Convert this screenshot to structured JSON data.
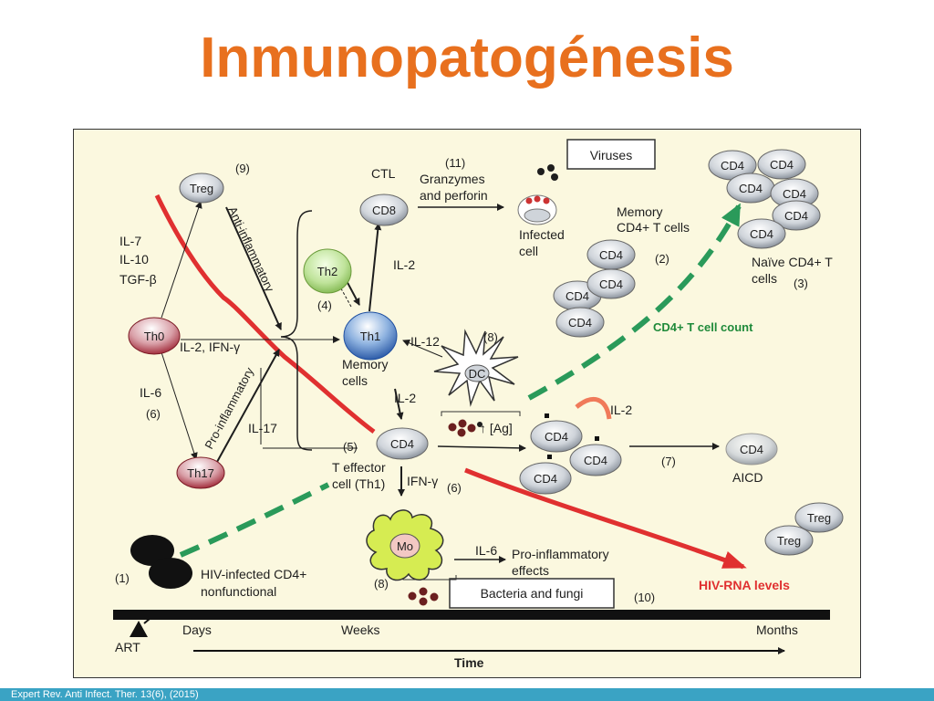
{
  "slide": {
    "title": "Inmunopatogénesis",
    "source": "Expert Rev. Anti Infect. Ther. 13(6), (2015)"
  },
  "colors": {
    "title": "#e8701e",
    "figure_bg": "#fbf8df",
    "footer": "#3aa3c4",
    "hiv_curve": "#e03030",
    "cd4_curve": "#2a9a5a",
    "cd4_count_label": "#1f8a3a",
    "hiv_label": "#e03030"
  },
  "cells": {
    "treg_top": "Treg",
    "th0": "Th0",
    "th17": "Th17",
    "th2": "Th2",
    "th1": "Th1",
    "cd8": "CD8",
    "dc": "DC",
    "cd4_effector": "CD4",
    "mo": "Mo",
    "cd4_memory": "CD4",
    "cd4_naive": "CD4",
    "cd4_aicd": "CD4",
    "treg_right": "Treg"
  },
  "labels": {
    "n9": "(9)",
    "n11": "(11)",
    "ctl": "CTL",
    "granzymes": "Granzymes",
    "perforin": "and perforin",
    "viruses": "Viruses",
    "infected_1": "Infected",
    "infected_2": "cell",
    "memory_cd4_1": "Memory",
    "memory_cd4_2": "CD4+ T cells",
    "n2": "(2)",
    "naive_1": "Naïve CD4+ T",
    "naive_2": "cells",
    "n3": "(3)",
    "il7": "IL-7",
    "il10": "IL-10",
    "tgfb": "TGF-β",
    "anti_inflammatory": "Anti-inflammatory",
    "il2_top": "IL-2",
    "n4": "(4)",
    "il2_ifng": "IL-2, IFN-γ",
    "il12": "IL-12",
    "n8_top": "(8)",
    "memory_cells_1": "Memory",
    "memory_cells_2": "cells",
    "cd4_count": "CD4+ T cell count",
    "il6_left": "IL-6",
    "n6_left": "(6)",
    "pro_inflammatory": "Pro-inflammatory",
    "il2_mid": "IL-2",
    "ag": "↑ [Ag]",
    "il2_right": "IL-2",
    "il17": "IL-17",
    "n5": "(5)",
    "t_effector_1": "T effector",
    "t_effector_2": "cell (Th1)",
    "ifng": "IFN-γ",
    "n6_mid": "(6)",
    "n7": "(7)",
    "aicd": "AICD",
    "il6_mid": "IL-6",
    "pro_effects_1": "Pro-inflammatory",
    "pro_effects_2": "effects",
    "n8_bottom": "(8)",
    "bacteria": "Bacteria and fungi",
    "n10": "(10)",
    "hiv_rna": "HIV-RNA levels",
    "n1": "(1)",
    "hiv_infected_1": "HIV-infected CD4+",
    "hiv_infected_2": "nonfunctional",
    "days": "Days",
    "weeks": "Weeks",
    "months": "Months",
    "art": "ART",
    "time": "Time"
  }
}
